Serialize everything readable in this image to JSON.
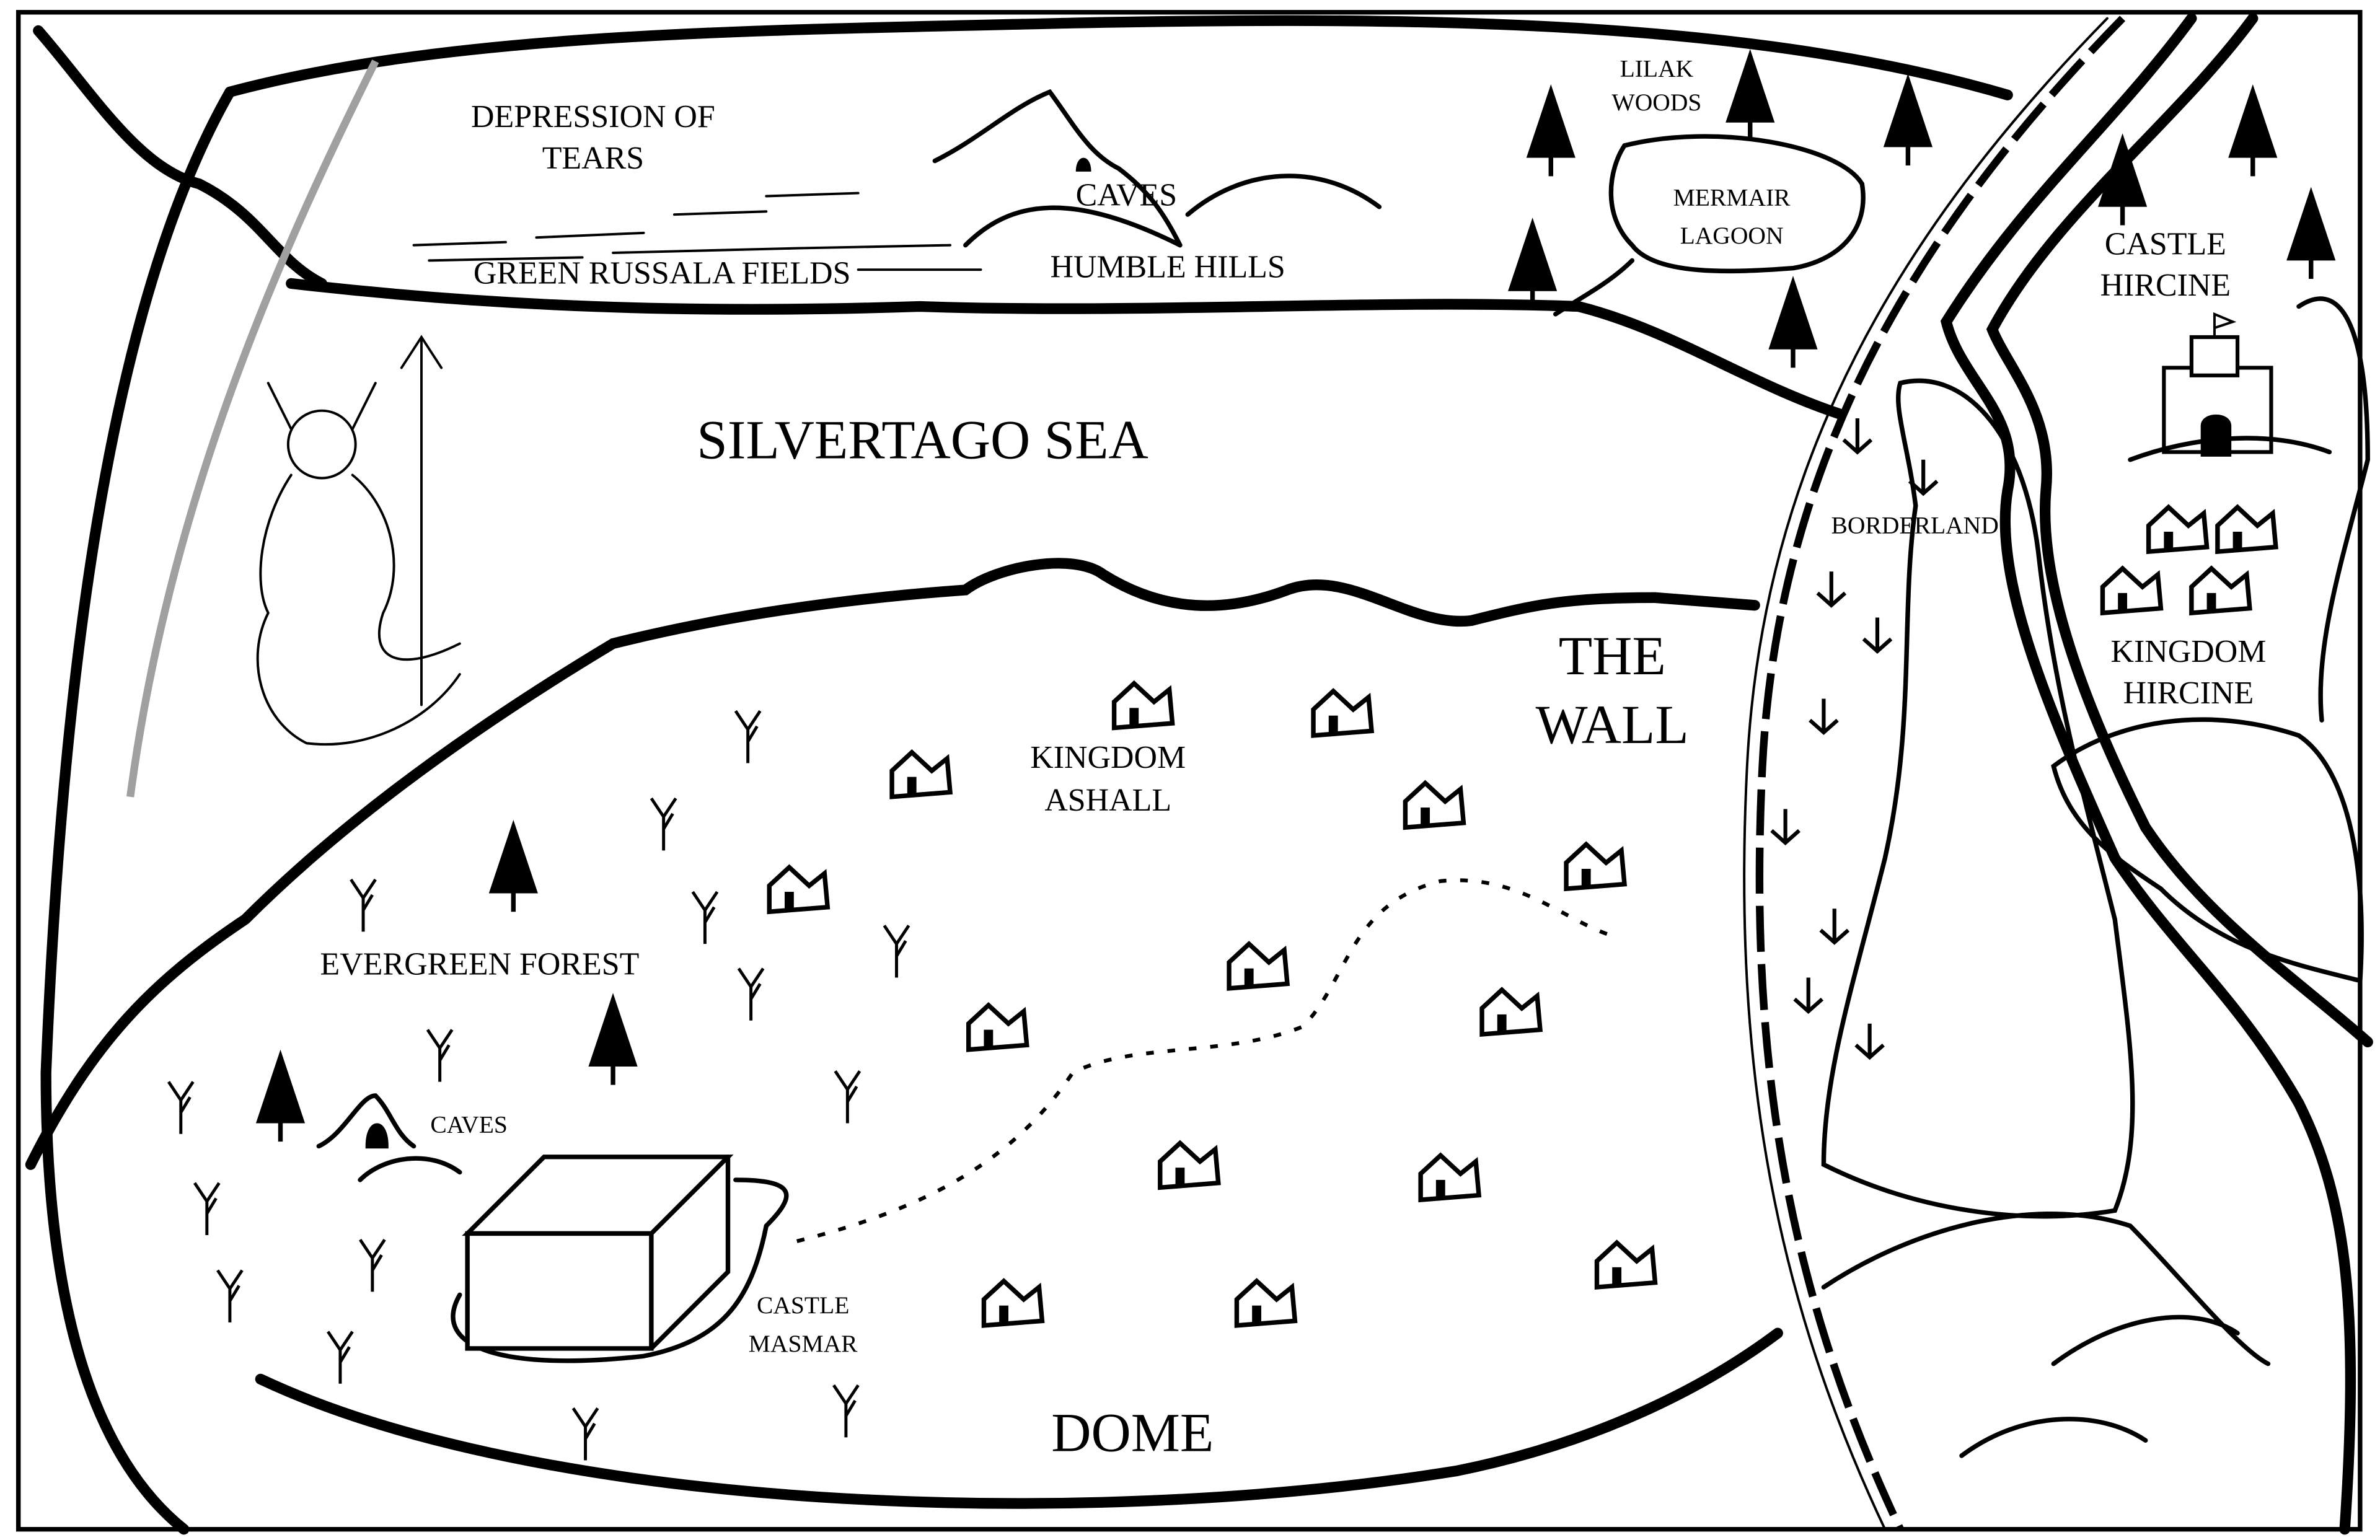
{
  "map": {
    "labels": {
      "depression_1": "DEPRESSION OF",
      "depression_2": "TEARS",
      "fields": "GREEN RUSSALA FIELDS",
      "caves_north": "CAVES",
      "humble_hills": "HUMBLE HILLS",
      "lilak_1": "LILAK",
      "lilak_2": "WOODS",
      "mermair_1": "MERMAIR",
      "mermair_2": "LAGOON",
      "castle_hircine_1": "CASTLE",
      "castle_hircine_2": "HIRCINE",
      "sea": "SILVERTAGO SEA",
      "borderlands": "BORDERLANDS",
      "kingdom_hircine_1": "KINGDOM",
      "kingdom_hircine_2": "HIRCINE",
      "wall_1": "THE",
      "wall_2": "WALL",
      "kingdom_ashall_1": "KINGDOM",
      "kingdom_ashall_2": "ASHALL",
      "evergreen": "EVERGREEN FOREST",
      "caves_south": "CAVES",
      "castle_masmar_1": "CASTLE",
      "castle_masmar_2": "MASMAR",
      "dome": "DOME"
    },
    "colors": {
      "ink": "#000000",
      "paper": "#ffffff",
      "arc": "#a0a0a0"
    }
  }
}
